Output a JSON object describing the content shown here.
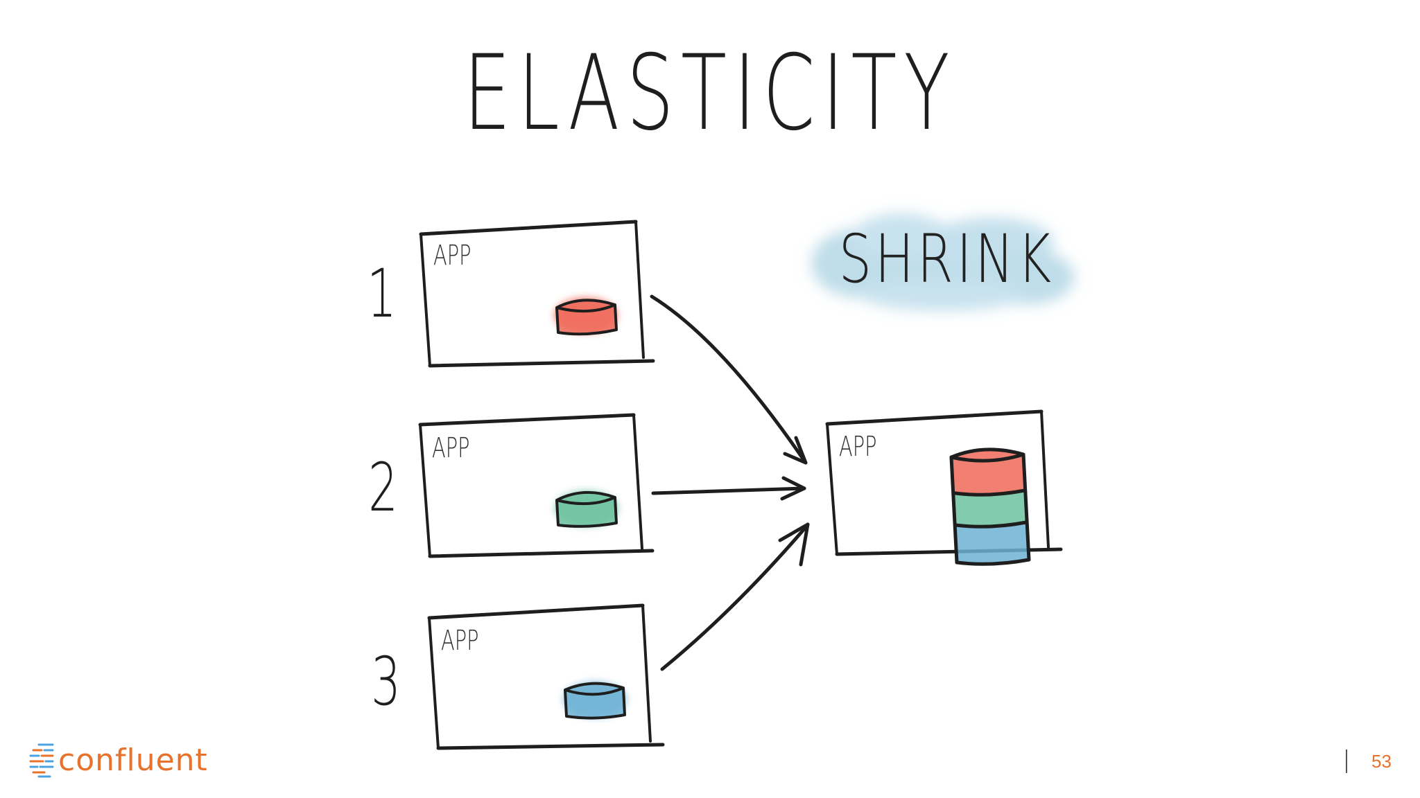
{
  "title": "ELASTICITY",
  "cloud_label": "SHRINK",
  "instances": [
    {
      "number": "1",
      "label": "APP",
      "color": "#ef6a5a"
    },
    {
      "number": "2",
      "label": "APP",
      "color": "#6cc2a0"
    },
    {
      "number": "3",
      "label": "APP",
      "color": "#6fb1d3"
    }
  ],
  "merged": {
    "label": "APP",
    "colors": [
      "#ef6a5a",
      "#6cc2a0",
      "#6fb1d3"
    ]
  },
  "brand": {
    "name": "confluent",
    "color": "#e8712b",
    "icon": "confluent-logo-icon"
  },
  "page_number": "53"
}
